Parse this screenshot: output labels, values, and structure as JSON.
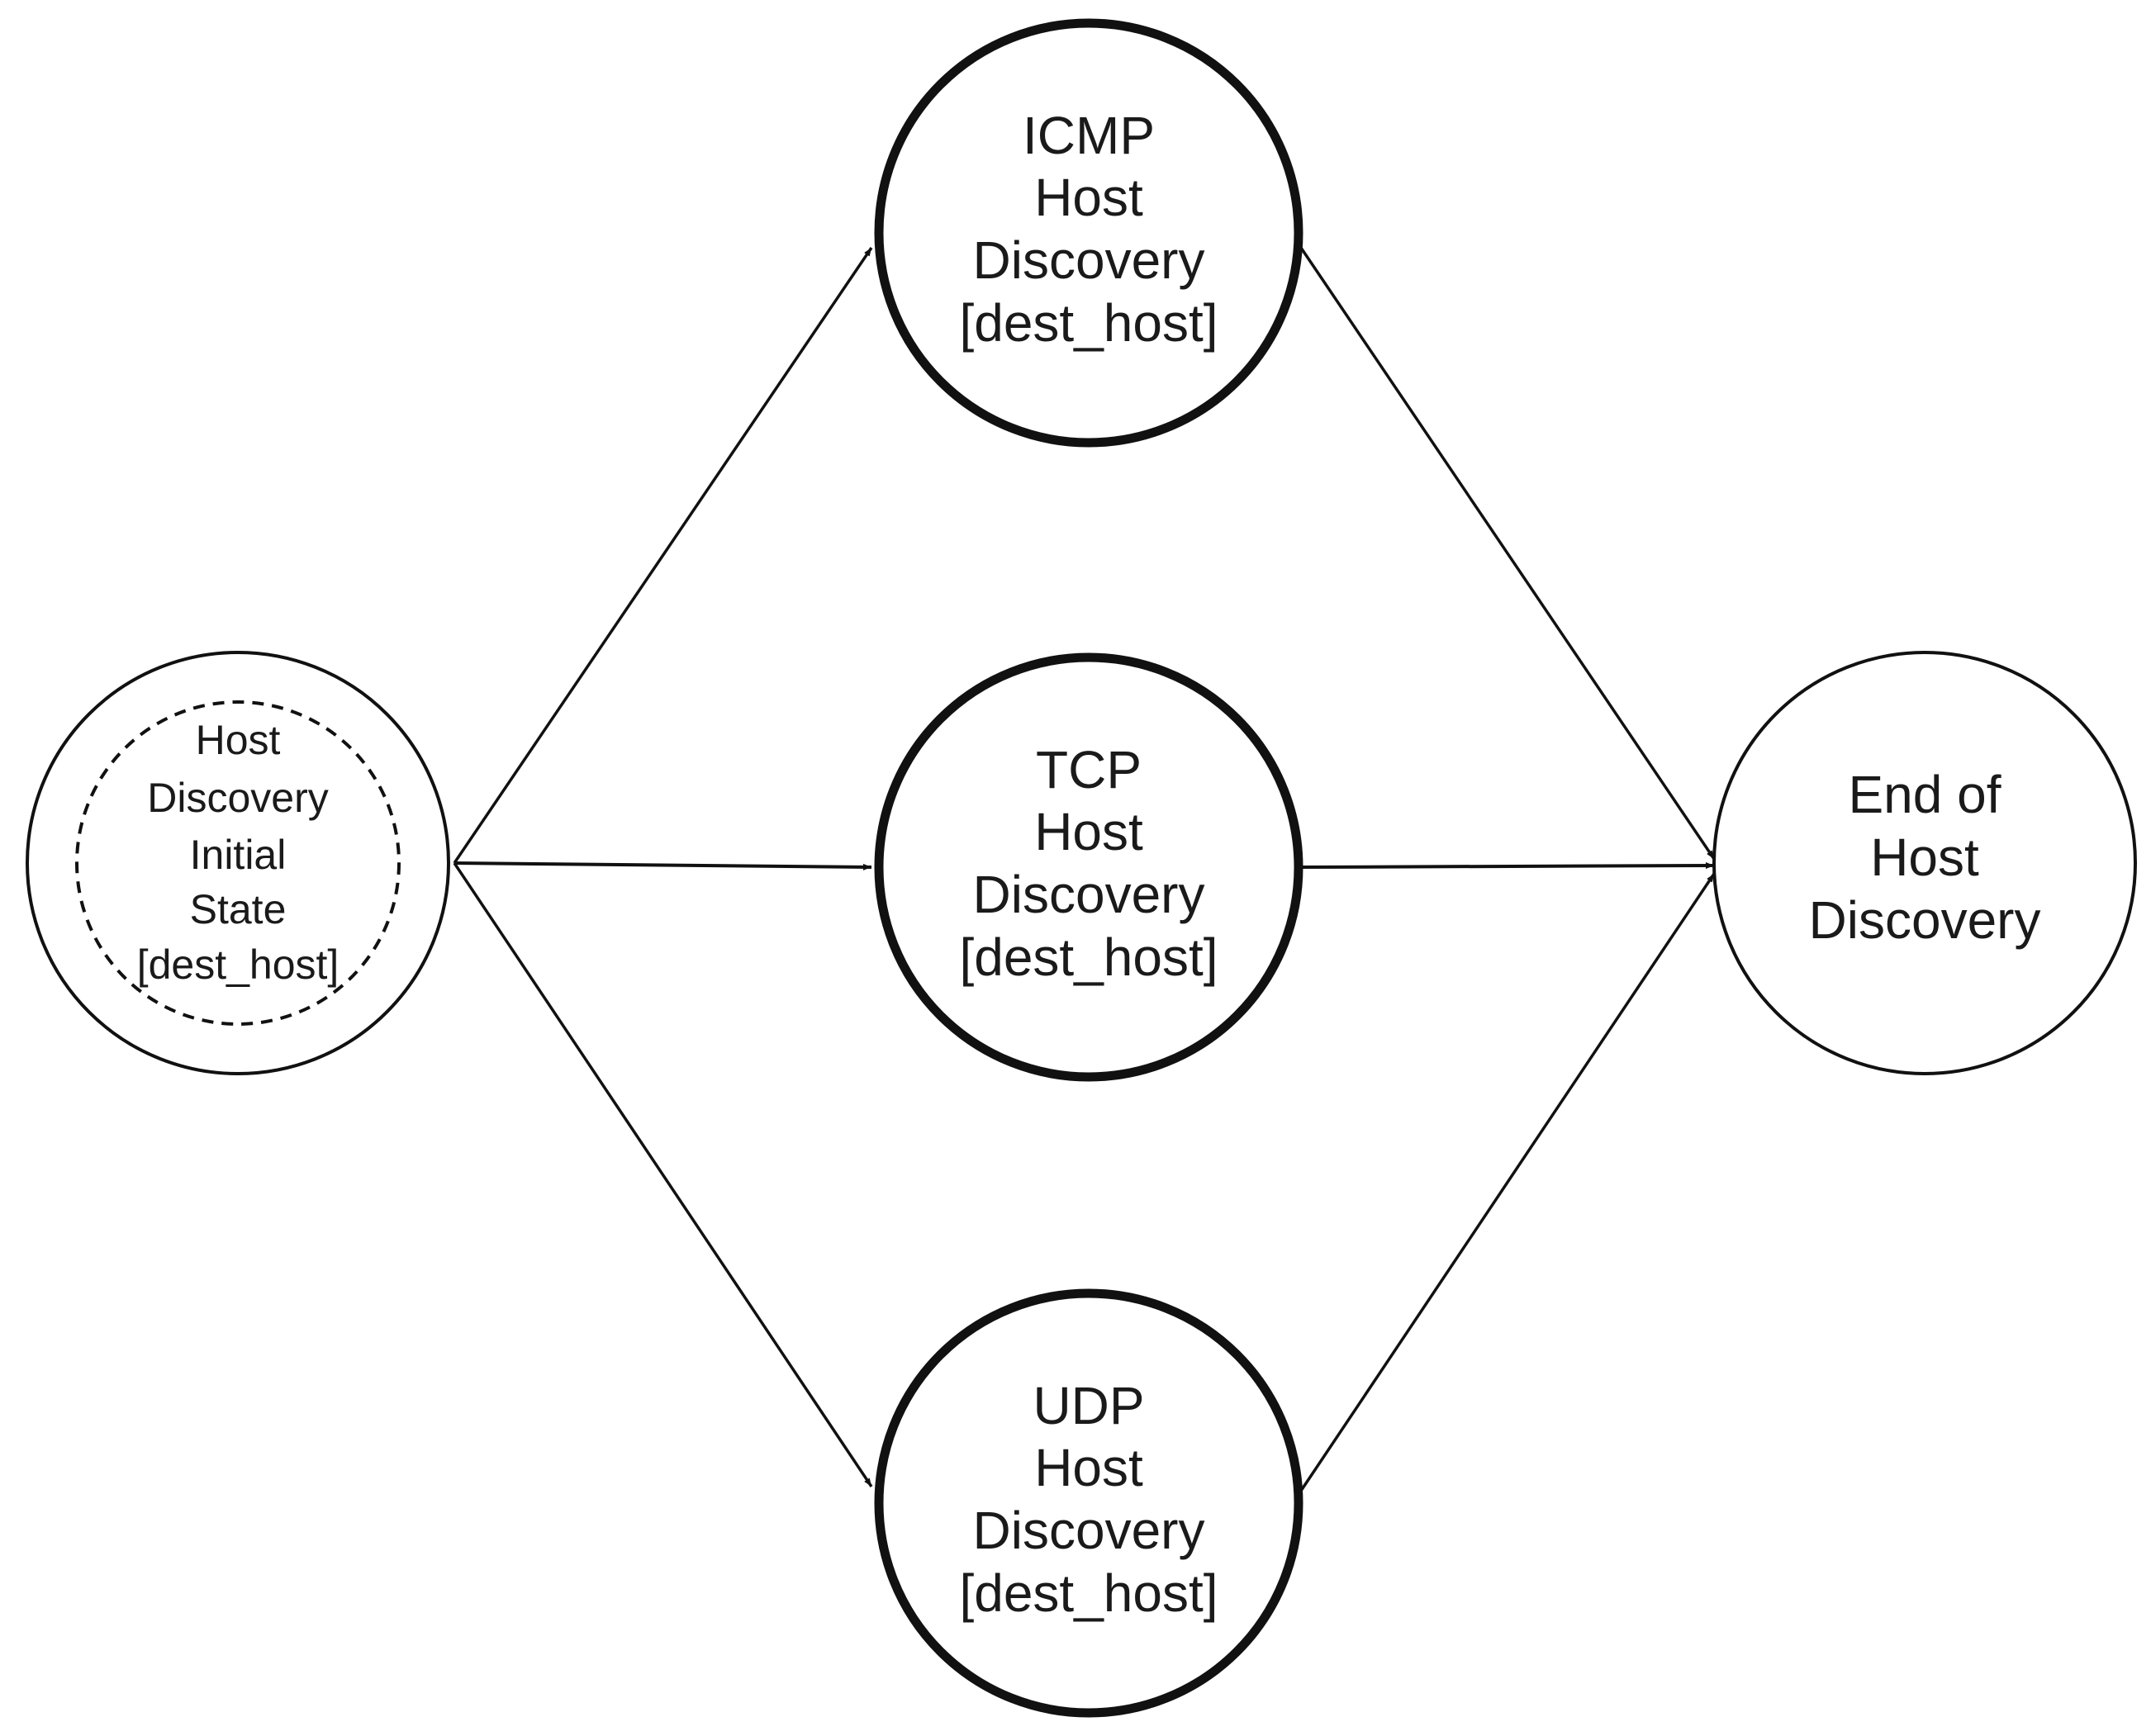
{
  "diagram": {
    "nodes": {
      "initial": {
        "lines": [
          "Host",
          "Discovery",
          "Initial",
          "State",
          "[dest_host]"
        ]
      },
      "icmp": {
        "lines": [
          "ICMP",
          "Host",
          "Discovery",
          "[dest_host]"
        ]
      },
      "tcp": {
        "lines": [
          "TCP",
          "Host",
          "Discovery",
          "[dest_host]"
        ]
      },
      "udp": {
        "lines": [
          "UDP",
          "Host",
          "Discovery",
          "[dest_host]"
        ]
      },
      "end": {
        "lines": [
          "End of",
          "Host",
          "Discovery"
        ]
      }
    },
    "edges": [
      {
        "from": "initial",
        "to": "icmp"
      },
      {
        "from": "initial",
        "to": "tcp"
      },
      {
        "from": "initial",
        "to": "udp"
      },
      {
        "from": "icmp",
        "to": "end"
      },
      {
        "from": "tcp",
        "to": "end"
      },
      {
        "from": "udp",
        "to": "end"
      }
    ],
    "colors": {
      "stroke": "#111111",
      "text": "#1a1a1a",
      "background": "#ffffff"
    }
  }
}
